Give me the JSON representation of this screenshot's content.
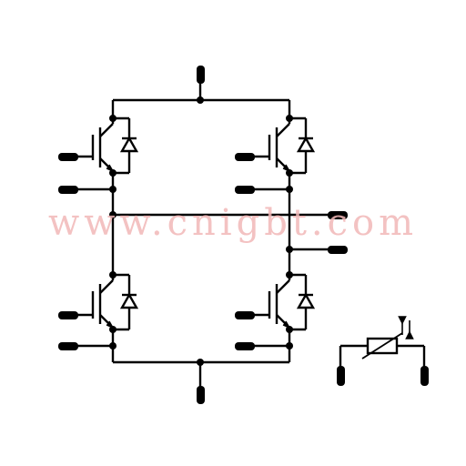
{
  "watermark": {
    "text": "www.cnigbt.com"
  },
  "colors": {
    "line": "#000000",
    "background": "#ffffff",
    "watermark": "#f2b8b8"
  },
  "diagram": {
    "kind": "IGBT full-bridge module schematic",
    "switches": [
      "igbt-top-left",
      "igbt-top-right",
      "igbt-bottom-left",
      "igbt-bottom-right"
    ],
    "extra": [
      "ntc-thermistor"
    ]
  }
}
